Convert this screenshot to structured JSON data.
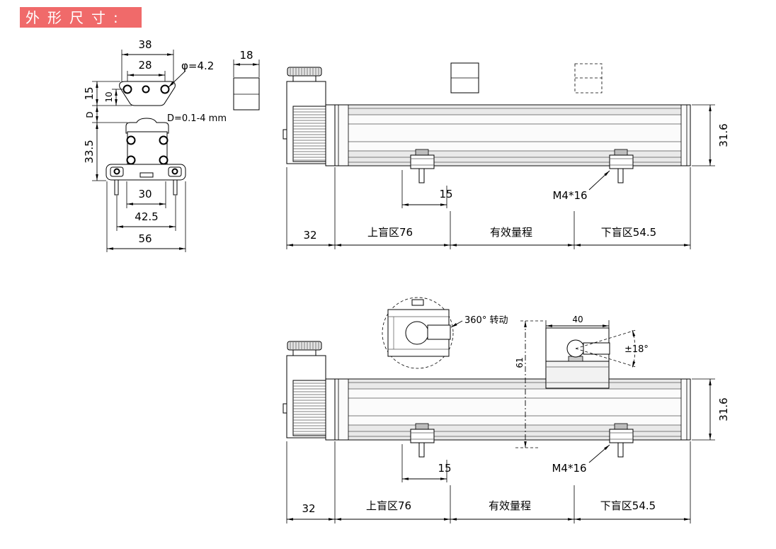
{
  "title": "外形尺寸:",
  "colors": {
    "banner": "#f06a6a",
    "banner_text": "#ffffff",
    "line": "#000000",
    "tube_band": "#e9e9e9"
  },
  "end_view": {
    "flange_width": "38",
    "hole_spacing": "28",
    "hole_diameter": "φ=4.2",
    "flange_height": "15",
    "hole_height": "10",
    "gap": "D",
    "gap_note": "D=0.1-4 mm",
    "magnet_height": "33.5",
    "mount_spacing_inner": "30",
    "mount_spacing": "42.5",
    "base_width": "56"
  },
  "side_block": {
    "width": "18"
  },
  "top_view": {
    "height": "31.6",
    "slider_offset": "15",
    "screw": "M4*16",
    "segments": [
      "32",
      "上盲区76",
      "有效量程",
      "下盲区54.5"
    ]
  },
  "bottom_view": {
    "rotation": "360° 转动",
    "slider_width": "40",
    "swing_angle": "±18°",
    "total_height": "61",
    "height": "31.6",
    "slider_offset": "15",
    "screw": "M4*16",
    "segments": [
      "32",
      "上盲区76",
      "有效量程",
      "下盲区54.5"
    ]
  }
}
